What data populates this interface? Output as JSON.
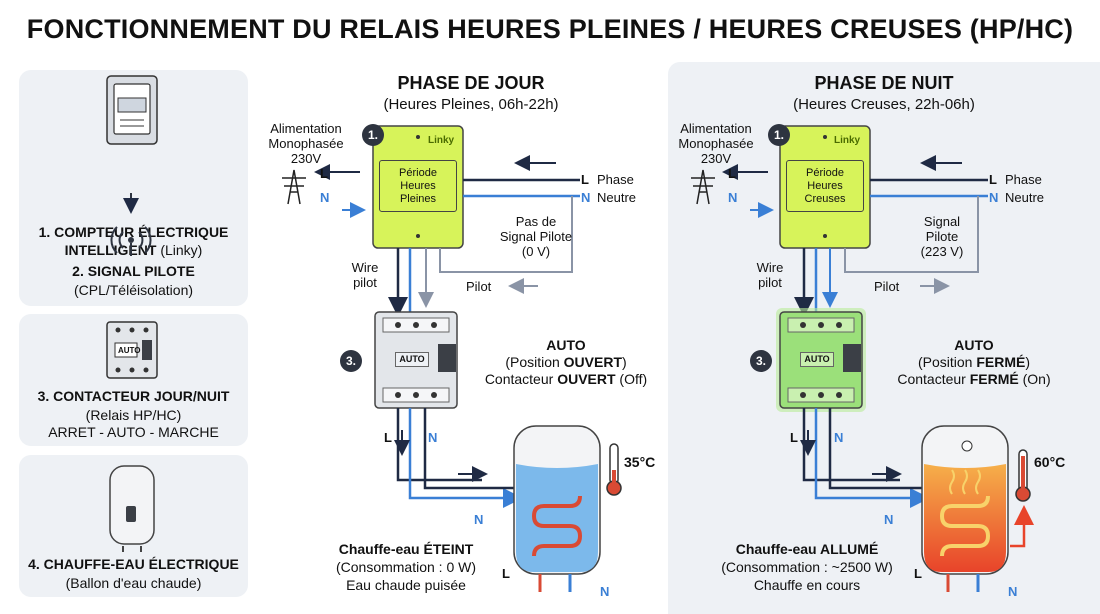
{
  "title": "FONCTIONNEMENT DU RELAIS HEURES PLEINES / HEURES CREUSES (HP/HC)",
  "sidebar": {
    "cards": [
      {
        "number": "1.",
        "title": "COMPTEUR ÉLECTRIQUE",
        "title2": "INTELLIGENT",
        "title2_suffix": "(Linky)"
      },
      {
        "number": "2.",
        "title": "SIGNAL PILOTE",
        "subtitle": "(CPL/Téléisolation)"
      },
      {
        "number": "3.",
        "title": "CONTACTEUR JOUR/NUIT",
        "subtitle": "(Relais HP/HC)",
        "subtitle2": "ARRET - AUTO - MARCHE"
      },
      {
        "number": "4.",
        "title": "CHAUFFE-EAU ÉLECTRIQUE",
        "subtitle": "(Ballon d'eau chaude)"
      }
    ],
    "meter_label": "AUTO"
  },
  "day": {
    "header": "PHASE DE JOUR",
    "subheader": "(Heures Pleines, 06h-22h)",
    "supply_label": [
      "Alimentation",
      "Monophasée",
      "230V"
    ],
    "meter_badge": "1.",
    "meter_brand": "Linky",
    "meter_display": [
      "Période",
      "Heures",
      "Pleines"
    ],
    "l_label": "L",
    "n_label": "N",
    "phase_label": "Phase",
    "neutre_label": "Neutre",
    "signal_label": [
      "Pas de",
      "Signal Pilote",
      "(0 V)"
    ],
    "wire_label": [
      "Wire",
      "pilot"
    ],
    "pilot_label": "Pilot",
    "relay_badge": "3.",
    "relay_tag": "AUTO",
    "relay_mode": "AUTO",
    "relay_position_prefix": "(Position ",
    "relay_position_value": "OUVERT",
    "relay_position_suffix": ")",
    "relay_state_prefix": "Contacteur ",
    "relay_state_value": "OUVERT",
    "relay_state_suffix": " (Off)",
    "temperature": "35°C",
    "heater_title": "Chauffe-eau ÉTEINT",
    "heater_consumption": "(Consommation : 0 W)",
    "heater_status": "Eau chaude puisée"
  },
  "night": {
    "header": "PHASE DE NUIT",
    "subheader": "(Heures Creuses, 22h-06h)",
    "supply_label": [
      "Alimentation",
      "Monophasée",
      "230V"
    ],
    "meter_badge": "1.",
    "meter_brand": "Linky",
    "meter_display": [
      "Période",
      "Heures",
      "Creuses"
    ],
    "l_label": "L",
    "n_label": "N",
    "phase_label": "Phase",
    "neutre_label": "Neutre",
    "signal_label": [
      "Signal",
      "Pilote",
      "(223 V)"
    ],
    "wire_label": [
      "Wire",
      "pilot"
    ],
    "pilot_label": "Pilot",
    "relay_badge": "3.",
    "relay_tag": "AUTO",
    "relay_mode": "AUTO",
    "relay_position_prefix": "(Position ",
    "relay_position_value": "FERMÉ",
    "relay_position_suffix": ")",
    "relay_state_prefix": "Contacteur ",
    "relay_state_value": "FERMÉ",
    "relay_state_suffix": " (On)",
    "temperature": "60°C",
    "heater_title": "Chauffe-eau ALLUMÉ",
    "heater_consumption": "(Consommation : ~2500 W)",
    "heater_status": "Chauffe en cours"
  },
  "colors": {
    "meter_green": "#d7f35a",
    "relay_on_green": "#9be07a",
    "wire_dark": "#1f2a44",
    "wire_blue": "#3a7fd5",
    "water_blue": "#6fb3ea",
    "water_hot": "#f0623a",
    "card_bg": "#eef1f5"
  }
}
